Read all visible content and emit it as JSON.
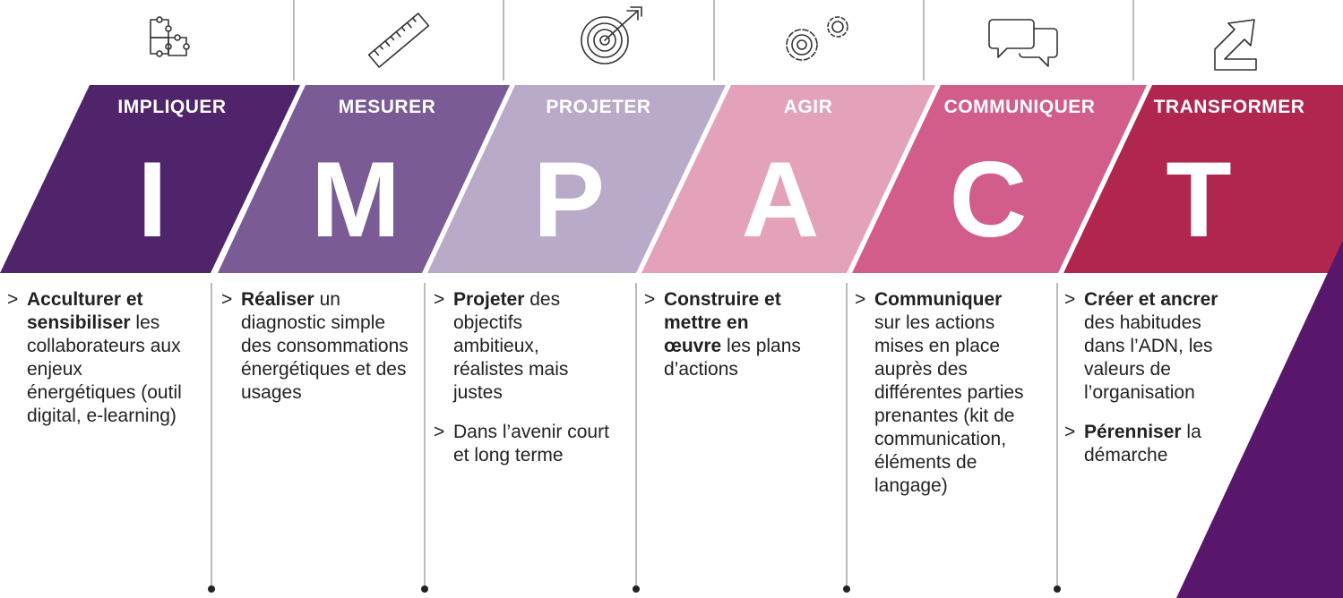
{
  "colors": {
    "impliquer": "#50246a",
    "mesurer": "#7a5b96",
    "projeter": "#b9aac9",
    "agir": "#e4a2ba",
    "communiquer": "#d35d8a",
    "transformer": "#b0264f",
    "triangle": "#58176b"
  },
  "steps": [
    {
      "icon": "puzzle-icon",
      "heading": "IMPLIQUER",
      "letter": "I",
      "items": [
        {
          "arrow": ">",
          "bold": "Acculturer et sensibiliser",
          "rest": " les collaborateurs aux enjeux énergétiques (outil digital, e-learning)"
        }
      ]
    },
    {
      "icon": "ruler-icon",
      "heading": "MESURER",
      "letter": "M",
      "items": [
        {
          "arrow": ">",
          "bold": "Réaliser",
          "rest": " un diagnostic simple des consommations énergétiques et des usages"
        }
      ]
    },
    {
      "icon": "target-icon",
      "heading": "PROJETER",
      "letter": "P",
      "items": [
        {
          "arrow": ">",
          "bold": "Projeter",
          "rest": " des objectifs ambitieux, réalistes mais justes"
        },
        {
          "arrow": ">",
          "bold": "",
          "rest": "Dans l’avenir court et long terme"
        }
      ]
    },
    {
      "icon": "gears-icon",
      "heading": "AGIR",
      "letter": "A",
      "items": [
        {
          "arrow": ">",
          "bold": "Construire et mettre en œuvre",
          "rest": " les plans d’actions"
        }
      ]
    },
    {
      "icon": "speech-bubbles-icon",
      "heading": "COMMUNIQUER",
      "letter": "C",
      "items": [
        {
          "arrow": ">",
          "bold": "Communiquer",
          "rest": " sur les actions mises en place auprès des différentes parties prenantes (kit de communication, éléments de langage)"
        }
      ]
    },
    {
      "icon": "transform-arrow-icon",
      "heading": "TRANSFORMER",
      "letter": "T",
      "items": [
        {
          "arrow": ">",
          "bold": "Créer et ancrer",
          "rest": " des habitudes dans l’ADN, les valeurs de l’organisation"
        },
        {
          "arrow": ">",
          "bold": "Pérenniser",
          "rest": " la démarche"
        }
      ]
    }
  ]
}
